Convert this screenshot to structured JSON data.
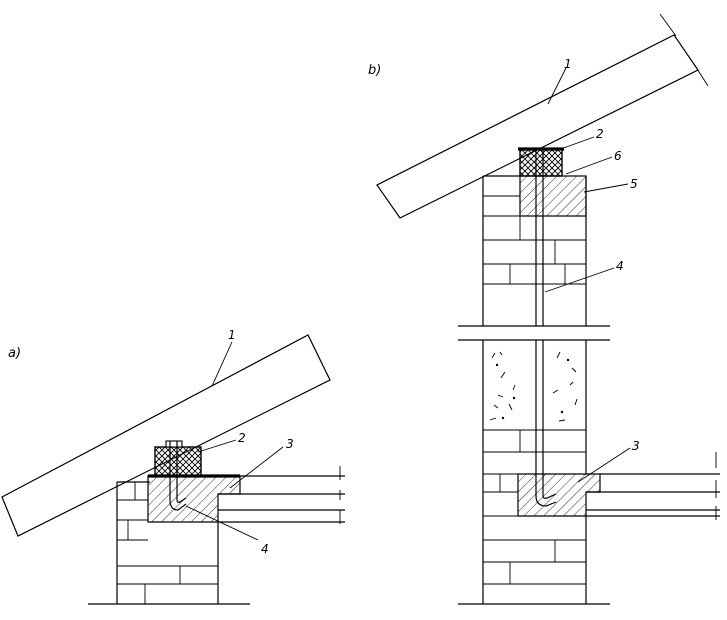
{
  "panels": {
    "a": {
      "title": "a)",
      "labels": {
        "rafter": "1",
        "wood_plate": "2",
        "ring_beam": "3",
        "anchor_bolt": "4"
      }
    },
    "b": {
      "title": "b)",
      "labels": {
        "rafter": "1",
        "wood_plate": "2",
        "ring_beam": "3",
        "anchor_bolt": "4",
        "top_beam": "5",
        "washer_plate": "6"
      }
    }
  }
}
